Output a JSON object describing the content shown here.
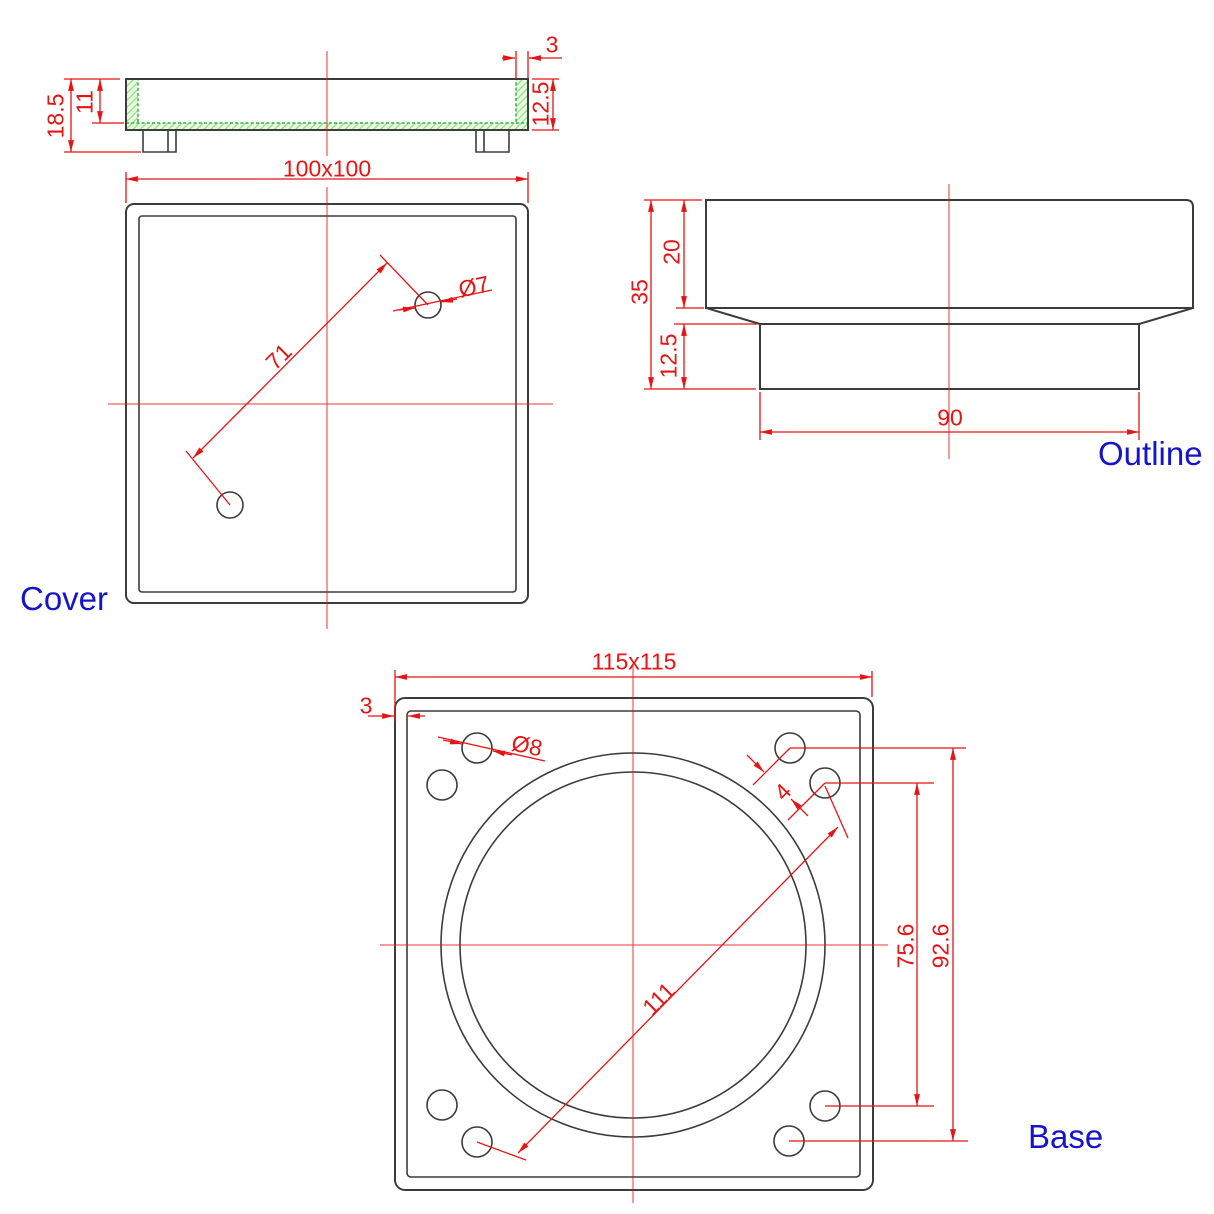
{
  "colors": {
    "dimension": "#e81414",
    "label": "#1414cc",
    "edge": "#3c3c3c",
    "hatch_fill": "#eafbe2",
    "hatch_stroke": "#2fb14c",
    "hatch_line": "#8ce07c"
  },
  "section_view": {
    "dim_total_height": "18.5",
    "dim_inner_depth": "11",
    "dim_wall_thickness": "3",
    "dim_side_height": "12.5"
  },
  "cover_view": {
    "label": "Cover",
    "dim_size": "100x100",
    "dim_hole_distance": "71",
    "dim_hole_diameter": "Ø7"
  },
  "outline_view": {
    "label": "Outline",
    "dim_total_height": "35",
    "dim_top_height": "20",
    "dim_base_height": "12.5",
    "dim_base_width": "90"
  },
  "base_view": {
    "label": "Base",
    "dim_size": "115x115",
    "dim_edge_offset": "3",
    "dim_hole_diameter": "Ø8",
    "dim_hole_pair_offset": "4",
    "dim_diagonal_distance": "111",
    "dim_hole_spacing_inner": "75.6",
    "dim_hole_spacing_outer": "92.6"
  }
}
